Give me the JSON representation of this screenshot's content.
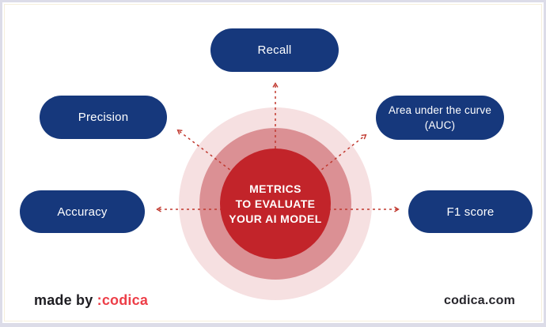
{
  "page": {
    "background": "#ffffff",
    "outer_border_color": "#dcdce8",
    "inner_border_color": "#f6efdc"
  },
  "diagram": {
    "center": {
      "lines": [
        "METRICS",
        "TO EVALUATE",
        "YOUR AI MODEL"
      ],
      "bg_color": "#c2242a",
      "text_color": "#ffffff"
    },
    "rings": {
      "outer_color": "#f6e0e1",
      "middle_color": "#db9094"
    },
    "arrow_color": "#c0382e",
    "node_bg_color": "#16387c",
    "node_text_color": "#ffffff",
    "nodes": [
      {
        "id": "recall",
        "label": "Recall"
      },
      {
        "id": "precision",
        "label": "Precision"
      },
      {
        "id": "auc",
        "label": "Area under the curve",
        "label_line2": "(AUC)"
      },
      {
        "id": "accuracy",
        "label": "Accuracy"
      },
      {
        "id": "f1-score",
        "label": "F1 score"
      }
    ]
  },
  "footer": {
    "made_by_text": "made by",
    "brand_text": ":codica",
    "brand_color": "#ed3e48",
    "site_text": "codica.com"
  }
}
